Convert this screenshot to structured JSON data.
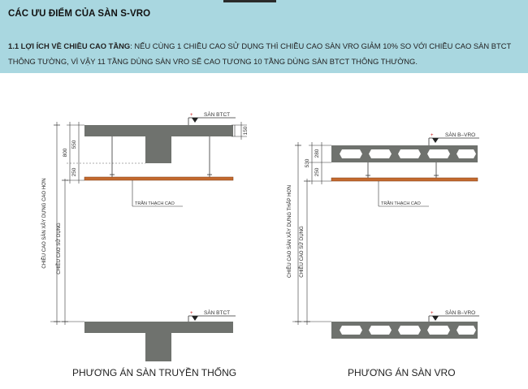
{
  "header": {
    "title": "CÁC ƯU ĐIỂM CỦA SÀN S-VRO",
    "benefit_heading": "1.1 LỢI ÍCH VỀ CHIỀU CAO TẦNG",
    "benefit_text": ": NẾU CÙNG 1 CHIỀU CAO SỬ DỤNG THÌ CHIỀU CAO SÀN VRO GIẢM 10% SO VỚI CHIỀU CAO SÀN BTCT THÔNG TƯỜNG, VÌ VẬY 11 TẦNG DÙNG SÀN VRO SẼ CAO TƯƠNG 10 TẦNG DÙNG SÀN BTCT THÔNG THƯỜNG."
  },
  "left": {
    "slab_label_top": "SÀN BTCT",
    "slab_label_bottom": "SÀN BTCT",
    "dim_800": "800",
    "dim_550": "550",
    "dim_250": "250",
    "dim_150": "150",
    "ceiling_label": "TRẦN THẠCH CAO",
    "height_building": "CHIỀU CAO SÀN XÂY DỰNG CAO HƠN",
    "height_use": "CHIỀU CAO SỬ DỤNG",
    "caption": "PHƯƠNG ÁN SÀN TRUYỀN THỐNG"
  },
  "right": {
    "slab_label_top": "SÀN B–VRO",
    "slab_label_bottom": "SÀN B–VRO",
    "dim_530": "530",
    "dim_280": "280",
    "dim_250": "250",
    "ceiling_label": "TRẦN THẠCH CAO",
    "height_building": "CHIỀU CAO SÀN XÂY DỰNG THẤP HƠN",
    "height_use": "CHIỀU CAO SỬ DỤNG",
    "caption": "PHƯƠNG ÁN SÀN VRO"
  },
  "colors": {
    "banner": "#a9d7e0",
    "concrete": "#6f726e",
    "ceiling_board": "#c46a2e",
    "marker_red": "#cc1a1a"
  }
}
